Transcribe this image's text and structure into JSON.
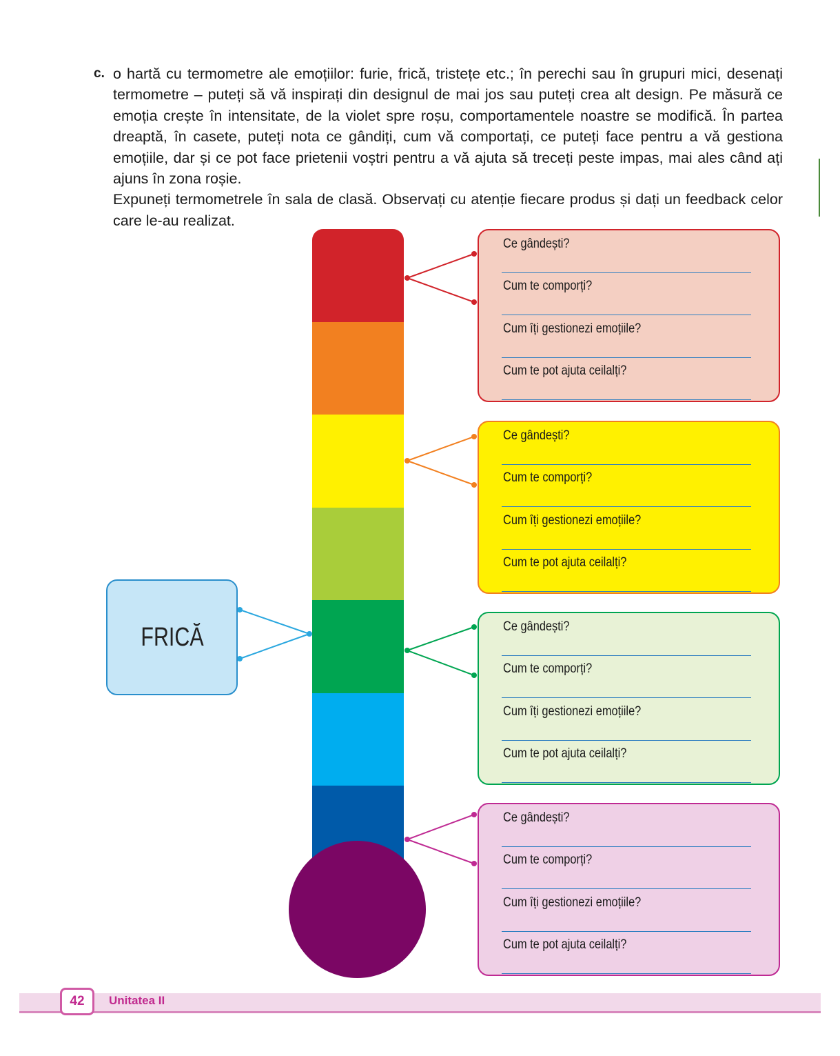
{
  "instructions": {
    "marker": "c.",
    "paragraph1": "o hartă cu termometre ale emoțiilor: furie, frică, tristețe etc.; în perechi sau în grupuri mici, desenați termometre – puteți să vă inspirați din designul de mai jos sau puteți crea alt design. Pe măsură ce emoția crește în intensitate, de la violet spre roșu, comportamentele noastre se modifică. În partea dreaptă, în casete, puteți nota ce gândiți, cum vă comportați, ce puteți face pentru a vă gestiona emoțiile, dar și ce pot face prietenii voștri pentru a vă ajuta să treceți peste impas, mai ales când ați ajuns în zona roșie.",
    "paragraph2": "Expuneți termometrele în sala de clasă. Observați cu atenție fiecare produs și dați un feedback celor care le-au realizat."
  },
  "thermometer": {
    "segment_colors": [
      "#d1232a",
      "#f28020",
      "#fff100",
      "#a9cd3a",
      "#00a551",
      "#00adef",
      "#005aa9"
    ],
    "bulb_color": "#7b0664"
  },
  "emotion": {
    "label": "FRICĂ",
    "color": "#2aa7df"
  },
  "question_boxes": [
    {
      "border": "#d1232a",
      "fill": "#f4cfc2",
      "questions": [
        "Ce gândești?",
        "Cum te comporți?",
        "Cum îți gestionezi emoțiile?",
        "Cum te pot ajuta ceilalți?"
      ]
    },
    {
      "border": "#f28020",
      "fill": "#fff100",
      "questions": [
        "Ce gândești?",
        "Cum te comporți?",
        "Cum îți gestionezi emoțiile?",
        "Cum te pot ajuta ceilalți?"
      ]
    },
    {
      "border": "#00a551",
      "fill": "#e8f2d6",
      "questions": [
        "Ce gândești?",
        "Cum te comporți?",
        "Cum îți gestionezi emoțiile?",
        "Cum te pot ajuta ceilalți?"
      ]
    },
    {
      "border": "#bf2a93",
      "fill": "#efd0e6",
      "questions": [
        "Ce gândești?",
        "Cum te comporți?",
        "Cum îți gestionezi emoțiile?",
        "Cum te pot ajuta ceilalți?"
      ]
    }
  ],
  "footer": {
    "page_number": "42",
    "unit": "Unitatea II"
  }
}
